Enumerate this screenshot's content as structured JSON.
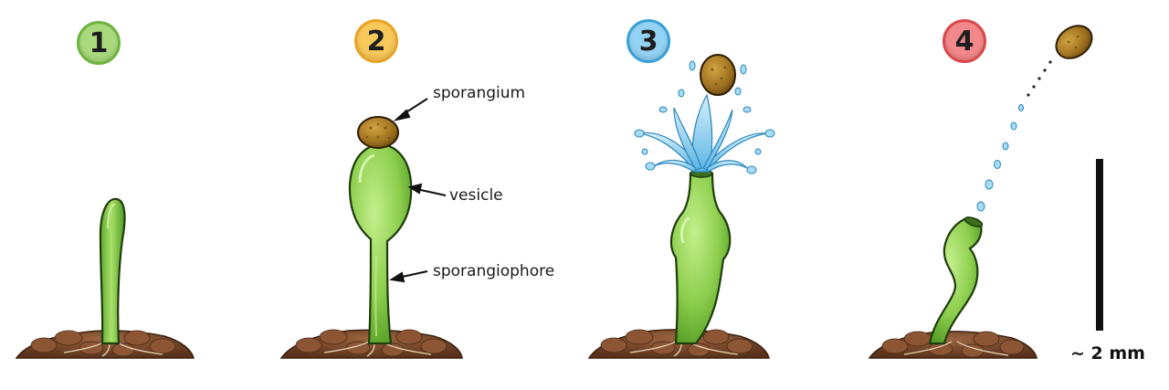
{
  "stages": [
    {
      "number": "1",
      "color": "#6db33f",
      "fill": "#a9d97c"
    },
    {
      "number": "2",
      "color": "#e8a325",
      "fill": "#f7c95a"
    },
    {
      "number": "3",
      "color": "#3aa0d8",
      "fill": "#93d2f2"
    },
    {
      "number": "4",
      "color": "#d9494b",
      "fill": "#f2888a"
    }
  ],
  "labels": {
    "sporangium": "sporangium",
    "vesicle": "vesicle",
    "sporangiophore": "sporangiophore"
  },
  "scale": {
    "text": "~ 2 mm"
  },
  "colors": {
    "stalk": "#86c94a",
    "stalk_dark": "#3f8a1e",
    "soil": "#7a4a2c",
    "sporangium": "#a57a22",
    "water": "#7cc6ea"
  }
}
